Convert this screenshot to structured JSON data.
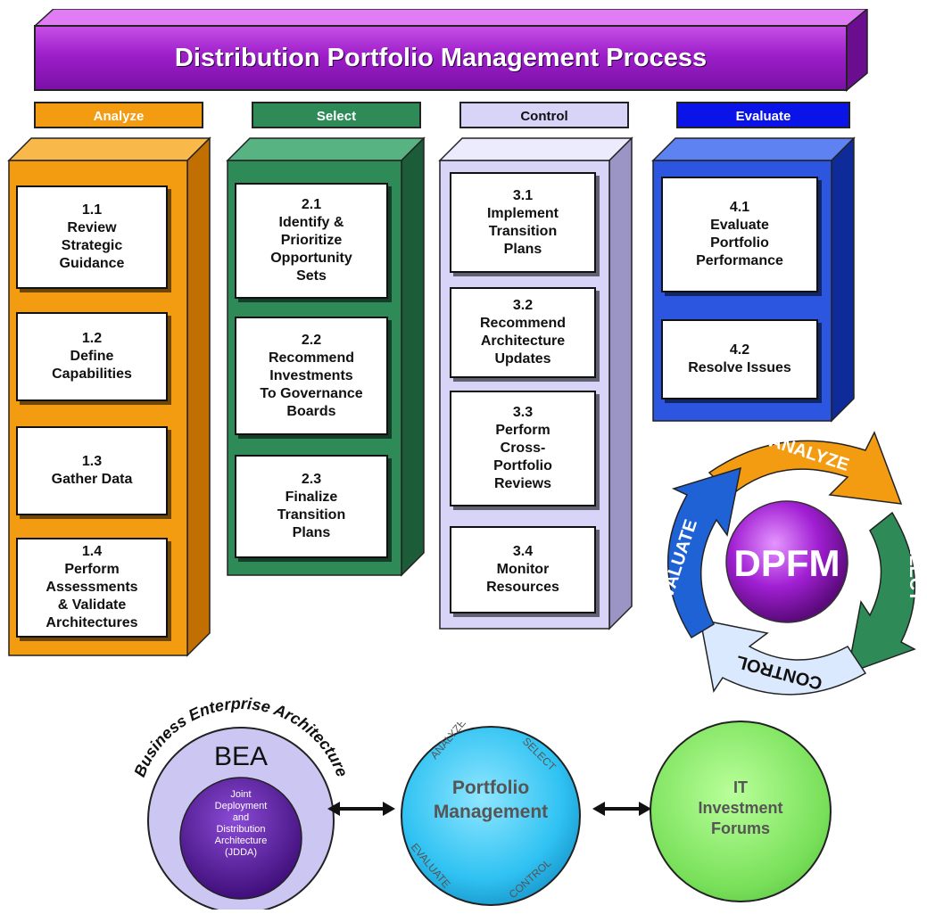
{
  "title": "Distribution Portfolio Management Process",
  "phases": [
    {
      "label": "Analyze",
      "steps": [
        "1.1\nReview\nStrategic\nGuidance",
        "1.2\nDefine\nCapabilities",
        "1.3\nGather Data",
        "1.4\nPerform\nAssessments\n& Validate\nArchitectures"
      ]
    },
    {
      "label": "Select",
      "steps": [
        "2.1\nIdentify &\nPrioritize\nOpportunity\nSets",
        "2.2\nRecommend\nInvestments\nTo Governance\nBoards",
        "2.3\nFinalize\nTransition\nPlans"
      ]
    },
    {
      "label": "Control",
      "steps": [
        "3.1\nImplement\nTransition\nPlans",
        "3.2\nRecommend\nArchitecture\nUpdates",
        "3.3\nPerform\nCross-\nPortfolio\nReviews",
        "3.4\nMonitor\nResources"
      ]
    },
    {
      "label": "Evaluate",
      "steps": [
        "4.1\nEvaluate\nPortfolio\nPerformance",
        "4.2\nResolve Issues"
      ]
    }
  ],
  "cycle": {
    "center": "DPFM",
    "analyze": "ANALYZE",
    "select": "SELECT",
    "control": "CONTROL",
    "evaluate": "EVALUATE"
  },
  "bea": {
    "arc_text": "Business Enterprise Architecture",
    "title": "BEA",
    "inner": "Joint\nDeployment\nand\nDistribution\nArchitecture\n(JDDA)"
  },
  "portfolio": {
    "title": "Portfolio\nManagement",
    "analyze": "ANALYZE",
    "select": "SELECT",
    "evaluate": "EVALUATE",
    "control": "CONTROL"
  },
  "it": {
    "title": "IT\nInvestment\nForums"
  },
  "colors": {
    "analyze": "#f39c12",
    "select": "#2e8b57",
    "control": "#d8d4f8",
    "evaluate": "#1f4fe0",
    "banner": "#9d1fc9"
  }
}
